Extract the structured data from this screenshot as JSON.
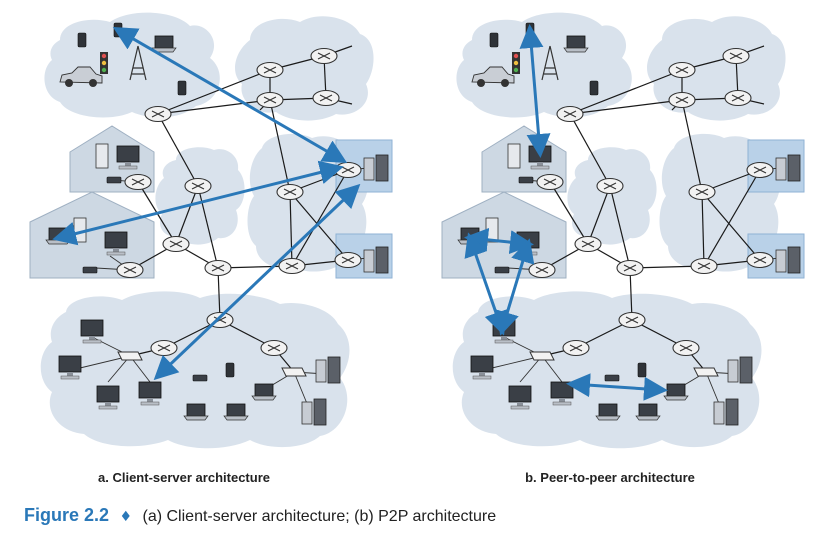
{
  "panels": [
    {
      "caption": "a. Client-server architecture",
      "arrows": [
        [
          "laptop-top",
          "server-top"
        ],
        [
          "laptop-home2",
          "server-top"
        ],
        [
          "laptop-bottom",
          "server-mid"
        ]
      ]
    },
    {
      "caption": "b. Peer-to-peer architecture",
      "arrows": [
        [
          "laptop-top",
          "pc-home1"
        ],
        [
          "laptop-home2",
          "pc-home2"
        ],
        [
          "laptop-home2",
          "laptop-bottom"
        ],
        [
          "pc-home2",
          "laptop-bottom"
        ],
        [
          "pc-bottom2",
          "laptop-bottom2"
        ]
      ]
    }
  ],
  "figure": {
    "label": "Figure 2.2",
    "bullet": "♦",
    "caption": "(a) Client-server architecture; (b) P2P architecture"
  },
  "colors": {
    "cloud": "#d9e2ec",
    "house": "#cdd8e3",
    "datacenter": "#b9d1e8",
    "router_fill": "#f2f2f2",
    "link": "#1a1a1a",
    "arrow": "#2a78b8",
    "caption_accent": "#2a78b8"
  }
}
